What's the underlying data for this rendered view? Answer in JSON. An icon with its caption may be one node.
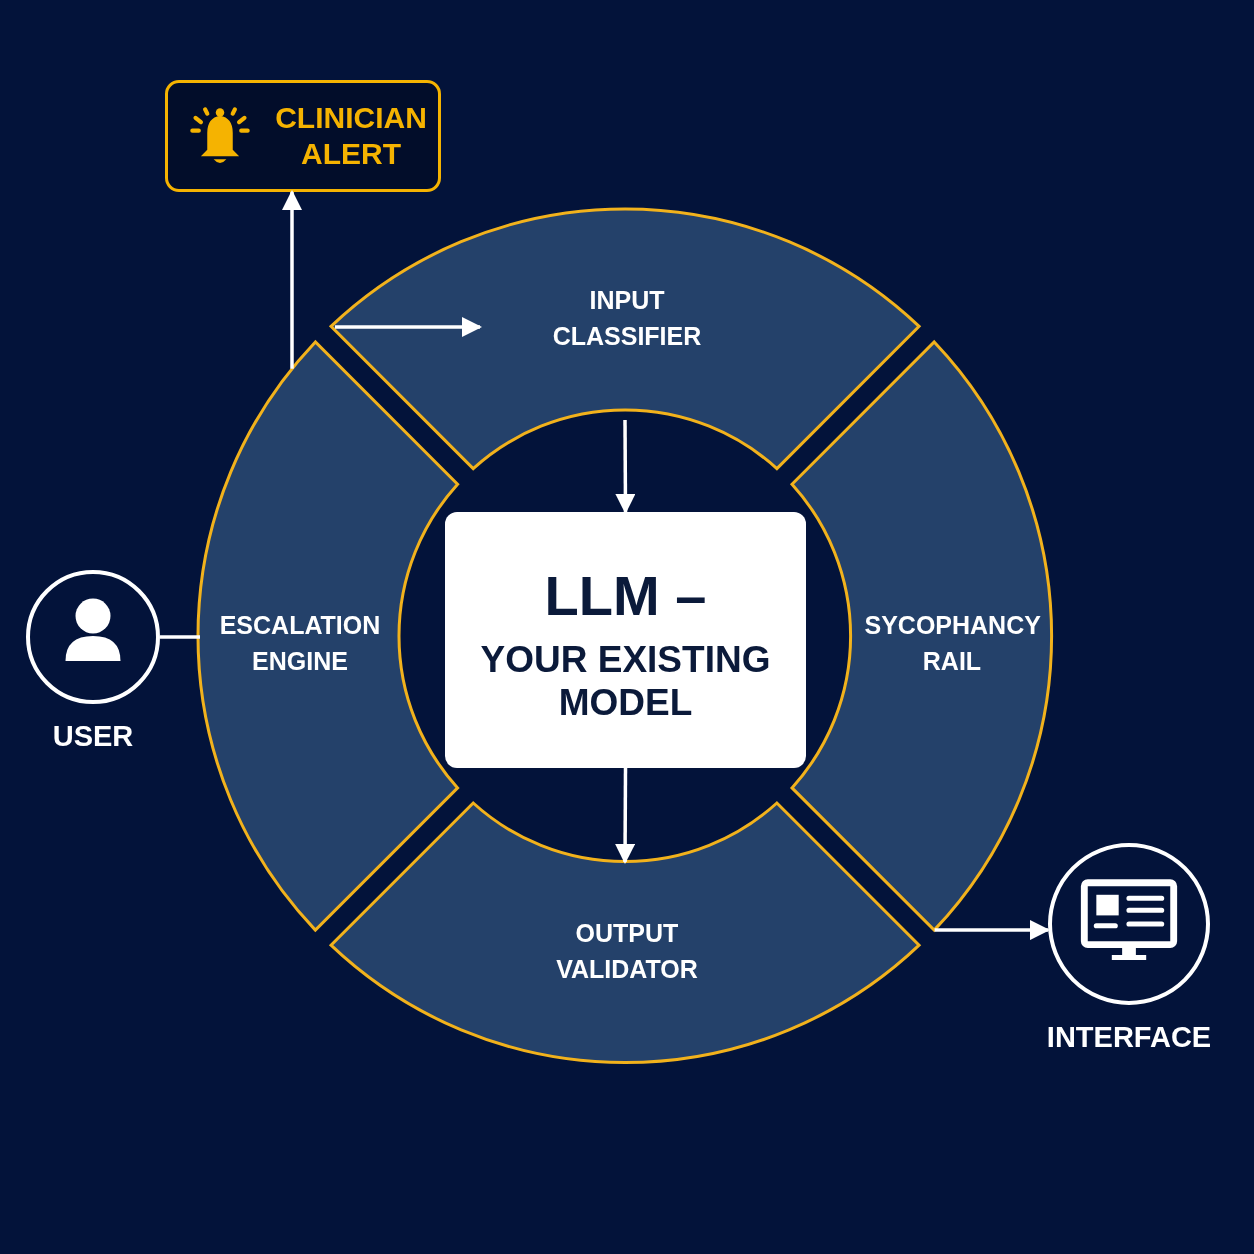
{
  "diagram": {
    "nodes": [
      {
        "text": [
          "CLINICIAN ALERT"
        ]
      },
      {
        "text": [
          "INPUT CLASSIFIER"
        ]
      },
      {
        "text": [
          "ESCALATION ENGINE"
        ]
      },
      {
        "text": [
          "USER"
        ]
      },
      {
        "text": [
          "LLM –",
          "YOUR EXISTING MODEL"
        ]
      },
      {
        "text": [
          "SYCOPHANCY RAIL"
        ]
      },
      {
        "text": [
          "OUTPUT VALIDATOR"
        ]
      },
      {
        "text": [
          "INTERFACE"
        ]
      }
    ],
    "edges": [
      {
        "from": 2,
        "to": 0,
        "arrow": "to"
      },
      {
        "from": null,
        "to": 1,
        "arrow": "to"
      },
      {
        "from": 1,
        "to": 4,
        "arrow": "to"
      },
      {
        "from": 4,
        "to": 6,
        "arrow": "to"
      },
      {
        "from": 3,
        "to": 2,
        "arrow": "none"
      },
      {
        "from": 5,
        "to": 7,
        "arrow": "to"
      }
    ]
  }
}
